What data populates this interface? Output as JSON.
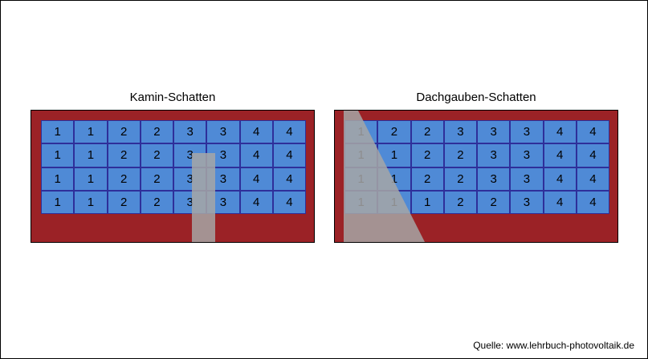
{
  "colors": {
    "roof": "#9b2226",
    "module": "#4f8ad6",
    "module_border": "#2e2f9a",
    "shadow": "#a6a6a6"
  },
  "left_panel": {
    "title": "Kamin-Schatten",
    "grid": [
      [
        "1",
        "1",
        "2",
        "2",
        "3",
        "3",
        "4",
        "4"
      ],
      [
        "1",
        "1",
        "2",
        "2",
        "3",
        "3",
        "4",
        "4"
      ],
      [
        "1",
        "1",
        "2",
        "2",
        "3",
        "3",
        "4",
        "4"
      ],
      [
        "1",
        "1",
        "2",
        "2",
        "3",
        "3",
        "4",
        "4"
      ]
    ]
  },
  "right_panel": {
    "title": "Dachgauben-Schatten",
    "grid": [
      [
        "1",
        "2",
        "2",
        "3",
        "3",
        "3",
        "4",
        "4"
      ],
      [
        "1",
        "1",
        "2",
        "2",
        "3",
        "3",
        "4",
        "4"
      ],
      [
        "1",
        "1",
        "2",
        "2",
        "3",
        "3",
        "4",
        "4"
      ],
      [
        "1",
        "1",
        "1",
        "2",
        "2",
        "3",
        "4",
        "4"
      ]
    ]
  },
  "source": "Quelle: www.lehrbuch-photovoltaik.de"
}
